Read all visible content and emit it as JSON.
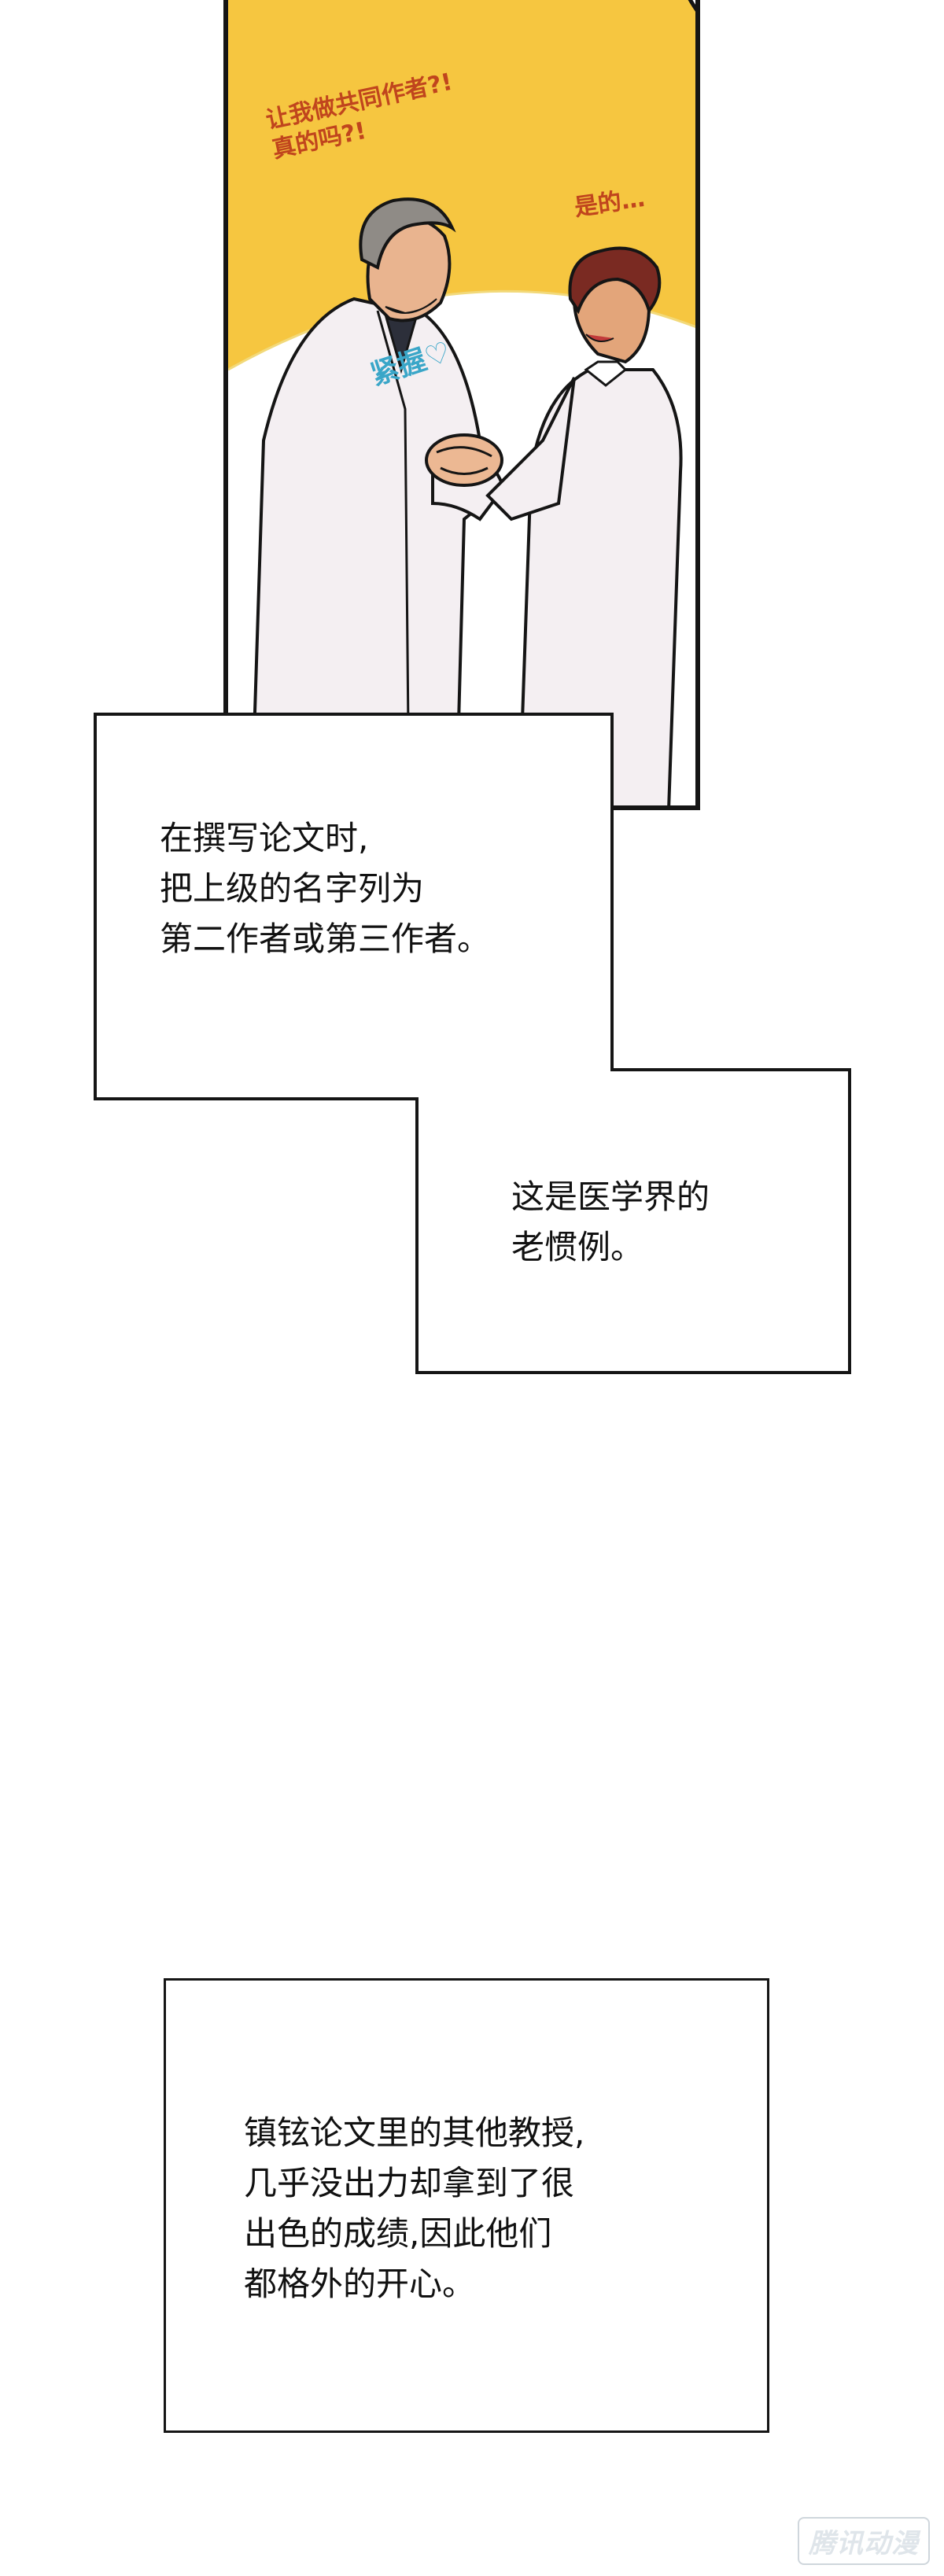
{
  "panel": {
    "colors": {
      "background_top": "#f6c640",
      "background_bottom": "#ffffff",
      "coat": "#f4eff2",
      "outline": "#151515"
    },
    "sfx_left": "让我做共同作者?!\n真的吗?!",
    "sfx_right": "是的…",
    "sfx_handshake": "紧握♡"
  },
  "captions": {
    "first": "在撰写论文时,\n把上级的名字列为\n第二作者或第三作者。",
    "second": "这是医学界的\n老惯例。",
    "third": "镇铉论文里的其他教授,\n几乎没出力却拿到了很\n出色的成绩,因此他们\n都格外的开心。"
  },
  "watermark": "腾讯动漫"
}
